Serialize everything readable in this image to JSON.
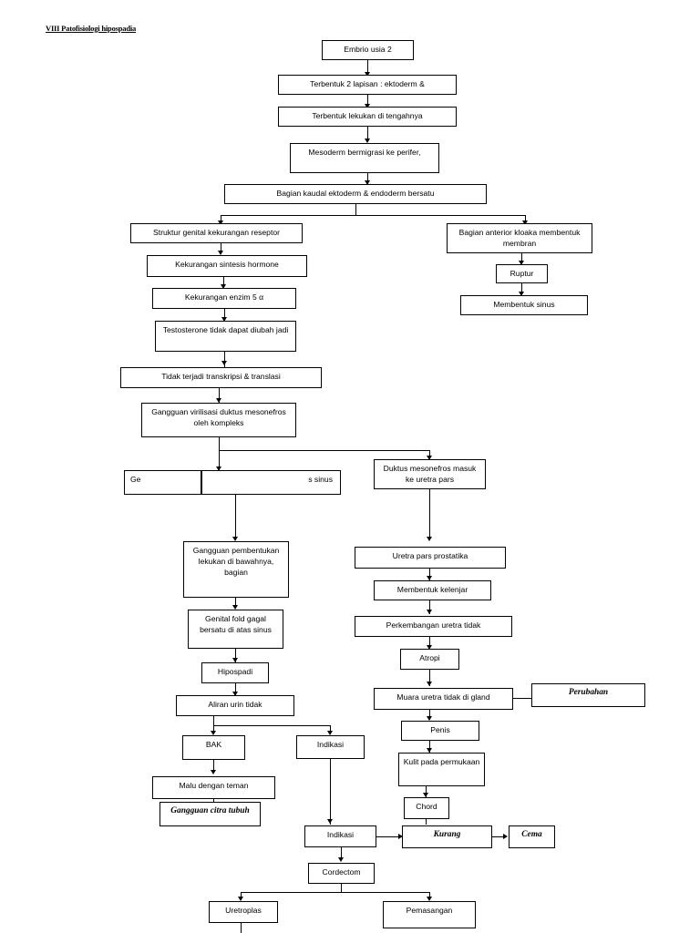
{
  "document": {
    "title": "VIII  Patofisiologi hipospadia"
  },
  "nodes": [
    {
      "id": "n1",
      "text": "Embrio usia 2"
    },
    {
      "id": "n2",
      "text": "Terbentuk 2 lapisan : ektoderm &"
    },
    {
      "id": "n3",
      "text": "Terbentuk lekukan di tengahnya"
    },
    {
      "id": "n4",
      "text": "Mesoderm bermigrasi ke perifer,"
    },
    {
      "id": "n5",
      "text": "Bagian kaudal ektoderm & endoderm bersatu"
    },
    {
      "id": "n6",
      "text": "Struktur genital kekurangan reseptor"
    },
    {
      "id": "n7",
      "text": "Bagian anterior kloaka membentuk membran"
    },
    {
      "id": "n8",
      "text": "Kekurangan sintesis hormone"
    },
    {
      "id": "n9",
      "text": "Ruptur"
    },
    {
      "id": "n10",
      "text": "Kekurangan enzim 5 α"
    },
    {
      "id": "n11",
      "text": "Membentuk sinus"
    },
    {
      "id": "n12",
      "text": "Testosterone tidak dapat diubah jadi"
    },
    {
      "id": "n13",
      "text": "Tidak terjadi transkripsi & translasi"
    },
    {
      "id": "n14",
      "text": "Gangguan virilisasi duktus mesonefros oleh kompleks"
    },
    {
      "id": "n15",
      "text": "Duktus mesonefros masuk ke uretra pars"
    },
    {
      "id": "n16",
      "text": "Ge"
    },
    {
      "id": "n17",
      "text": "s sinus"
    },
    {
      "id": "n18",
      "text": "Gangguan pembentukan lekukan di bawahnya, bagian"
    },
    {
      "id": "n19",
      "text": "Uretra pars prostatika"
    },
    {
      "id": "n20",
      "text": "Genital fold gagal bersatu di atas sinus"
    },
    {
      "id": "n21",
      "text": "Membentuk kelenjar"
    },
    {
      "id": "n22",
      "text": "Hipospadi"
    },
    {
      "id": "n23",
      "text": "Perkembangan uretra tidak"
    },
    {
      "id": "n24",
      "text": "Aliran urin tidak"
    },
    {
      "id": "n25",
      "text": "Atropi"
    },
    {
      "id": "n26",
      "text": "Muara uretra tidak di gland"
    },
    {
      "id": "n27",
      "text": "Perubahan"
    },
    {
      "id": "n28",
      "text": "BAK"
    },
    {
      "id": "n29",
      "text": "Indikasi"
    },
    {
      "id": "n30",
      "text": "Penis"
    },
    {
      "id": "n31",
      "text": "Malu dengan teman"
    },
    {
      "id": "n32",
      "text": "Kulit pada permukaan"
    },
    {
      "id": "n33",
      "text": "Gangguan citra tubuh"
    },
    {
      "id": "n34",
      "text": "Chord"
    },
    {
      "id": "n35",
      "text": "Indikasi"
    },
    {
      "id": "n36",
      "text": "Kurang"
    },
    {
      "id": "n37",
      "text": "Cema"
    },
    {
      "id": "n38",
      "text": "Cordectom"
    },
    {
      "id": "n39",
      "text": "Uretroplas"
    },
    {
      "id": "n40",
      "text": "Pemasangan"
    }
  ]
}
